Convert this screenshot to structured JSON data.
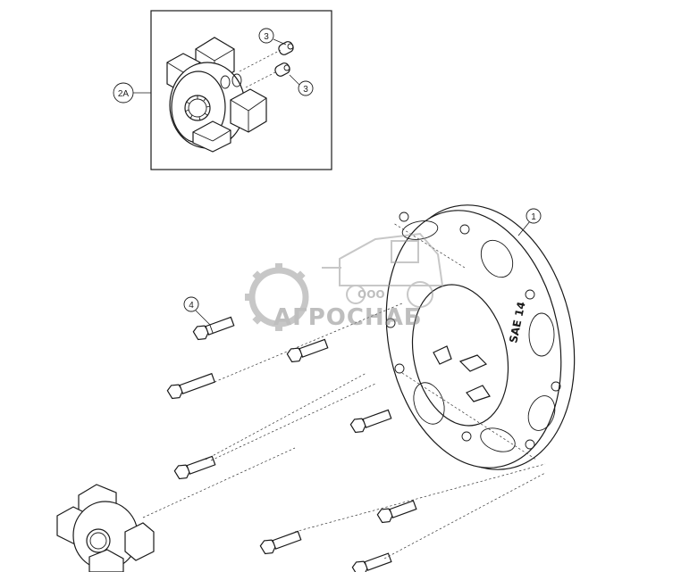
{
  "callouts": {
    "c1": "1",
    "c2a": "2A",
    "c3a": "3",
    "c3b": "3",
    "c4": "4"
  },
  "flange_marking": "SAE 14",
  "watermark": {
    "small": "ООО",
    "name": "АГРОСНАБ"
  },
  "colors": {
    "line": "#1a1a1a",
    "watermark": "#9a9a9a"
  }
}
